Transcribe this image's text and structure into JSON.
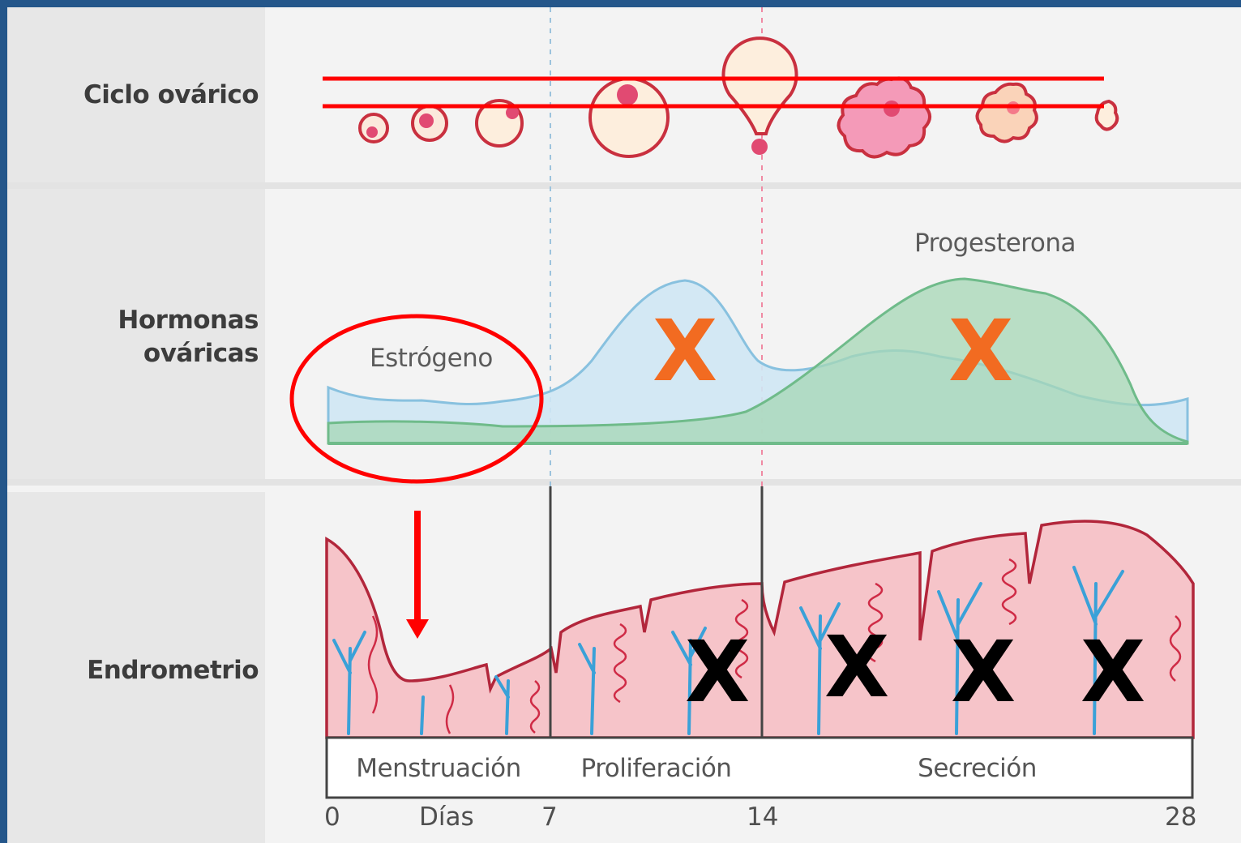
{
  "rows": {
    "ovarian_cycle": "Ciclo ovárico",
    "hormones_line1": "Hormonas",
    "hormones_line2": "ováricas",
    "endometrium": "Endrometrio"
  },
  "hormones": {
    "estrogen": "Estrógeno",
    "progesterone": "Progesterona"
  },
  "phases": {
    "menstruation": "Menstruación",
    "proliferation": "Proliferación",
    "secretion": "Secreción"
  },
  "axis": {
    "title": "Días",
    "ticks": [
      "0",
      "7",
      "14",
      "28"
    ]
  },
  "annotations": {
    "cross": "X"
  },
  "colors": {
    "frame": "#24568a",
    "annotation_red": "#ff0000",
    "orange_x": "#f26b21",
    "black_x": "#000000",
    "estrogen_fill": "#cfe7f4",
    "progesterone_fill": "#a6d7b6",
    "endometrium_fill": "#f6c4c9",
    "vessel_blue": "#3aa1d8",
    "gland_red": "#cf2b46"
  }
}
